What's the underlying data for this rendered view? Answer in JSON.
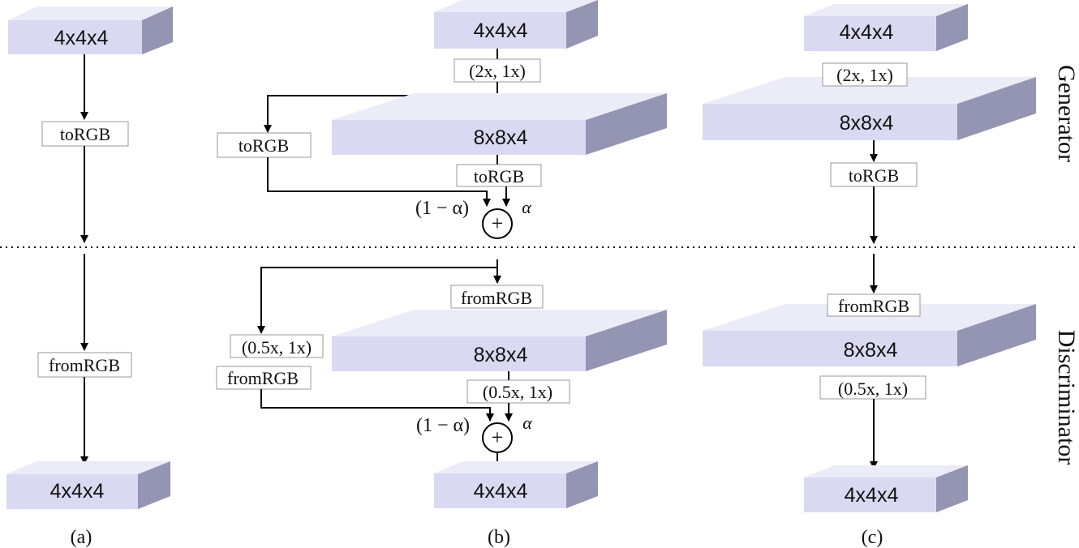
{
  "colors": {
    "block_front": "#d9d9f1",
    "block_top": "#ececf8",
    "block_side": "#9494b3",
    "line": "#000000"
  },
  "section_labels": {
    "generator": "Generator",
    "discriminator": "Discriminator"
  },
  "panel_a": {
    "gen_block": "4x4x4",
    "to_rgb": "toRGB",
    "from_rgb": "fromRGB",
    "disc_block": "4x4x4",
    "caption": "(a)"
  },
  "panel_b": {
    "gen_block_small": "4x4x4",
    "upsample": "(2x, 1x)",
    "gen_to_rgb_left": "toRGB",
    "gen_block_large": "8x8x4",
    "gen_to_rgb_right": "toRGB",
    "gen_one_minus_alpha": "(1 − α)",
    "gen_alpha": "α",
    "gen_sum": "+",
    "disc_from_rgb_right": "fromRGB",
    "disc_downsample_left": "(0.5x, 1x)",
    "disc_from_rgb_left": "fromRGB",
    "disc_block_large": "8x8x4",
    "disc_downsample_right": "(0.5x, 1x)",
    "disc_one_minus_alpha": "(1 − α)",
    "disc_alpha": "α",
    "disc_sum": "+",
    "disc_block_small": "4x4x4",
    "caption": "(b)"
  },
  "panel_c": {
    "gen_block_small": "4x4x4",
    "upsample": "(2x, 1x)",
    "gen_block_large": "8x8x4",
    "to_rgb": "toRGB",
    "from_rgb": "fromRGB",
    "disc_block_large": "8x8x4",
    "downsample": "(0.5x, 1x)",
    "disc_block_small": "4x4x4",
    "caption": "(c)"
  }
}
